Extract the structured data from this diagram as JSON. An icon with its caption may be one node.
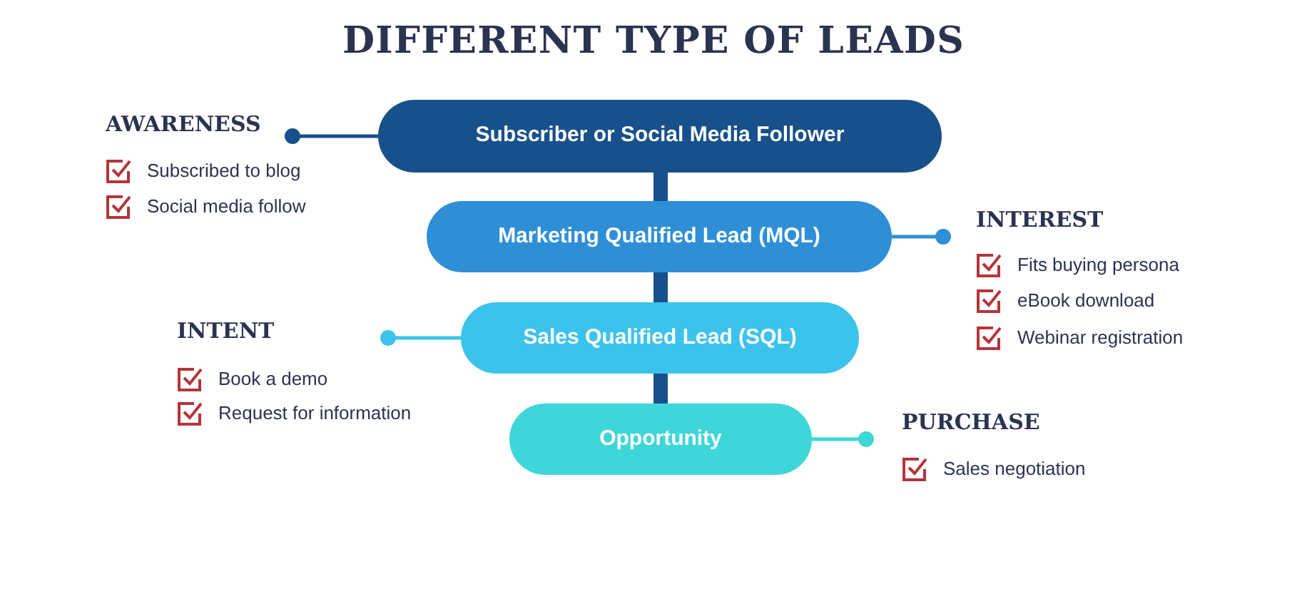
{
  "diagram": {
    "title": "DIFFERENT TYPE OF LEADS",
    "nodes": [
      {
        "text": [
          "Subscriber or Social Media Follower"
        ]
      },
      {
        "text": [
          "Marketing Qualified Lead (MQL)"
        ]
      },
      {
        "text": [
          "Sales Qualified Lead (SQL)"
        ]
      },
      {
        "text": [
          "Opportunity"
        ]
      }
    ],
    "edges": [
      {
        "from": 0,
        "to": 1,
        "arrow": "none",
        "style": "thick",
        "color": "#17508a"
      },
      {
        "from": 1,
        "to": 2,
        "arrow": "none",
        "style": "thick",
        "color": "#17508a"
      },
      {
        "from": 2,
        "to": 3,
        "arrow": "none",
        "style": "thick",
        "color": "#17508a"
      },
      {
        "from": 0,
        "to": null,
        "arrow": "other",
        "color": "#17508a"
      },
      {
        "from": 1,
        "to": null,
        "arrow": "other",
        "color": "#2e8fd6"
      },
      {
        "from": 2,
        "to": null,
        "arrow": "other",
        "color": "#3cc3ec"
      },
      {
        "from": 3,
        "to": null,
        "arrow": "other",
        "color": "#3ed6d8"
      }
    ],
    "labels": [
      "AWARENESS",
      "Subscribed to blog",
      "Social media follow",
      "INTEREST",
      "Fits buying persona",
      "eBook download",
      "Webinar registration",
      "INTENT",
      "Book a demo",
      "Request for information",
      "PURCHASE",
      "Sales negotiation"
    ]
  }
}
